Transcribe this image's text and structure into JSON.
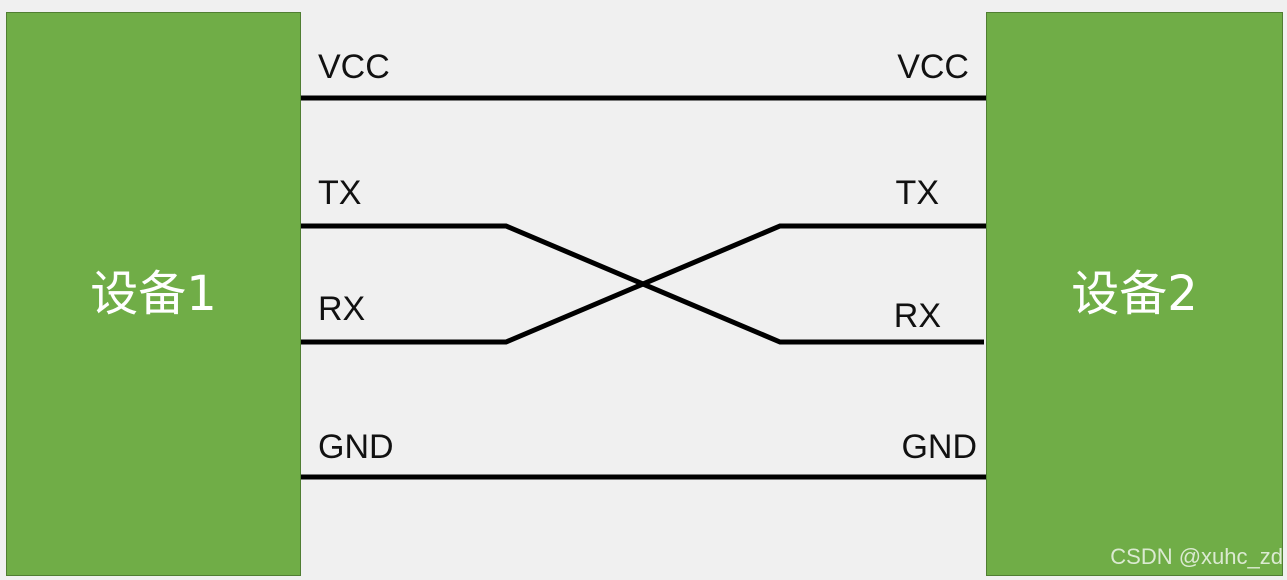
{
  "devices": {
    "left": {
      "label": "设备1"
    },
    "right": {
      "label": "设备2"
    }
  },
  "pins": {
    "left": {
      "vcc": "VCC",
      "tx": "TX",
      "rx": "RX",
      "gnd": "GND"
    },
    "right": {
      "vcc": "VCC",
      "tx": "TX",
      "rx": "RX",
      "gnd": "GND"
    }
  },
  "connections": [
    {
      "from": "VCC",
      "to": "VCC"
    },
    {
      "from": "TX",
      "to": "RX"
    },
    {
      "from": "RX",
      "to": "TX"
    },
    {
      "from": "GND",
      "to": "GND"
    }
  ],
  "watermark": "CSDN @xuhc_zd",
  "colors": {
    "device_fill": "#70ad47",
    "device_border": "#507e32",
    "device_text": "#ffffff",
    "wire": "#000000",
    "background": "#f0f0f0"
  }
}
